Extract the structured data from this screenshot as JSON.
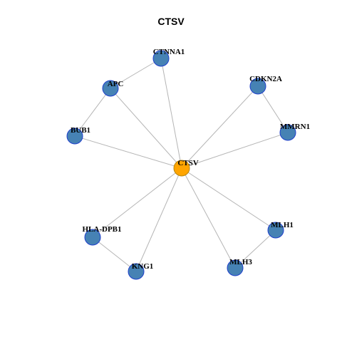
{
  "title": "CTSV",
  "colors": {
    "center_node_fill": "#FFA500",
    "center_node_stroke": "#B8860B",
    "node_fill": "#4682B4",
    "node_stroke": "#1F3FCC",
    "edge": "#B5B5B5"
  },
  "nodes": [
    {
      "id": "CTSV",
      "label": "CTSV",
      "center": true
    },
    {
      "id": "CTNNA1",
      "label": "CTNNA1"
    },
    {
      "id": "APC",
      "label": "APC"
    },
    {
      "id": "BUB1",
      "label": "BUB1"
    },
    {
      "id": "CDKN2A",
      "label": "CDKN2A"
    },
    {
      "id": "MMRN1",
      "label": "MMRN1"
    },
    {
      "id": "HLA-DPB1",
      "label": "HLA-DPB1"
    },
    {
      "id": "KNG1",
      "label": "KNG1"
    },
    {
      "id": "MLH3",
      "label": "MLH3"
    },
    {
      "id": "MLH1",
      "label": "MLH1"
    }
  ],
  "edges": [
    [
      "CTSV",
      "CTNNA1"
    ],
    [
      "CTSV",
      "APC"
    ],
    [
      "CTSV",
      "BUB1"
    ],
    [
      "CTSV",
      "CDKN2A"
    ],
    [
      "CTSV",
      "MMRN1"
    ],
    [
      "CTSV",
      "HLA-DPB1"
    ],
    [
      "CTSV",
      "KNG1"
    ],
    [
      "CTSV",
      "MLH3"
    ],
    [
      "CTSV",
      "MLH1"
    ],
    [
      "APC",
      "CTNNA1"
    ],
    [
      "APC",
      "BUB1"
    ],
    [
      "CDKN2A",
      "MMRN1"
    ],
    [
      "HLA-DPB1",
      "KNG1"
    ],
    [
      "MLH3",
      "MLH1"
    ]
  ]
}
